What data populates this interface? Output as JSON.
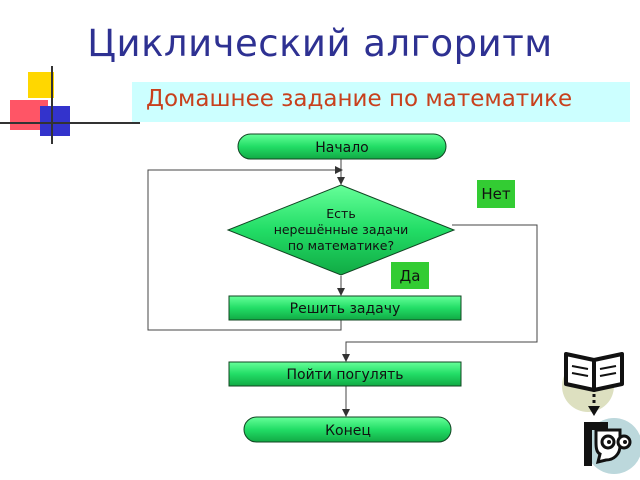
{
  "slide": {
    "title": "Циклический алгоритм",
    "subtitle": "Домашнее задание по математике"
  },
  "flowchart": {
    "start": "Начало",
    "condition_lines": [
      "Есть",
      "нерешённые задачи",
      "по математике?"
    ],
    "branch_no": "Нет",
    "branch_yes": "Да",
    "action_solve": "Решить задачу",
    "action_walk": "Пойти погулять",
    "end": "Конец"
  },
  "colors": {
    "title": "#2e3192",
    "subtitle": "#c8401d",
    "shape_fill": "#22dd66",
    "label_fill": "#33cc33",
    "band": "#ccffff"
  },
  "icons": [
    "book-icon",
    "thinking-face-icon"
  ]
}
